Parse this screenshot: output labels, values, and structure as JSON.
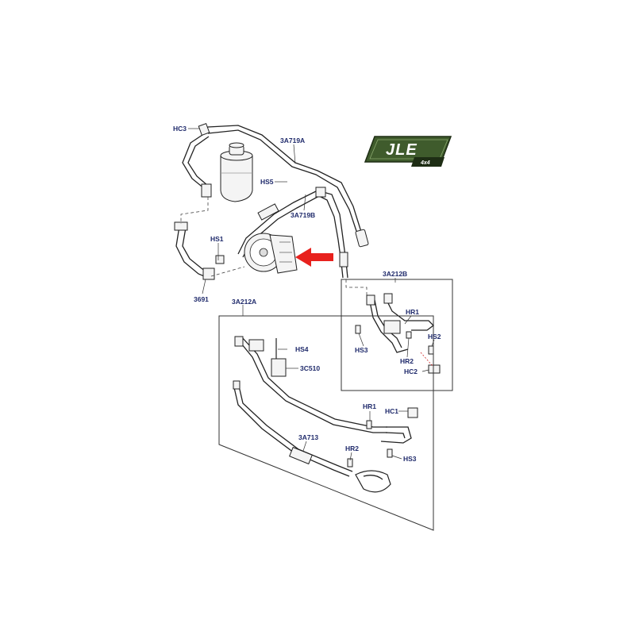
{
  "logo": {
    "brand": "JLE",
    "sub": "4x4",
    "color": "#3f5b2c"
  },
  "labels": {
    "hc3": "HC3",
    "a719a": "3A719A",
    "hs5": "HS5",
    "a719b": "3A719B",
    "hs1": "HS1",
    "p3691": "3691",
    "a212b": "3A212B",
    "hr1_b": "HR1",
    "hs2": "HS2",
    "hs3_b": "HS3",
    "hr2_b": "HR2",
    "hc2": "HC2",
    "a212a": "3A212A",
    "hs4": "HS4",
    "c510": "3C510",
    "hr1_a": "HR1",
    "hc1": "HC1",
    "a713": "3A713",
    "hr2_a": "HR2",
    "hs3_a": "HS3"
  },
  "colors": {
    "arrow": "#e8211d",
    "label": "#1f2a6b",
    "line": "#222222"
  }
}
